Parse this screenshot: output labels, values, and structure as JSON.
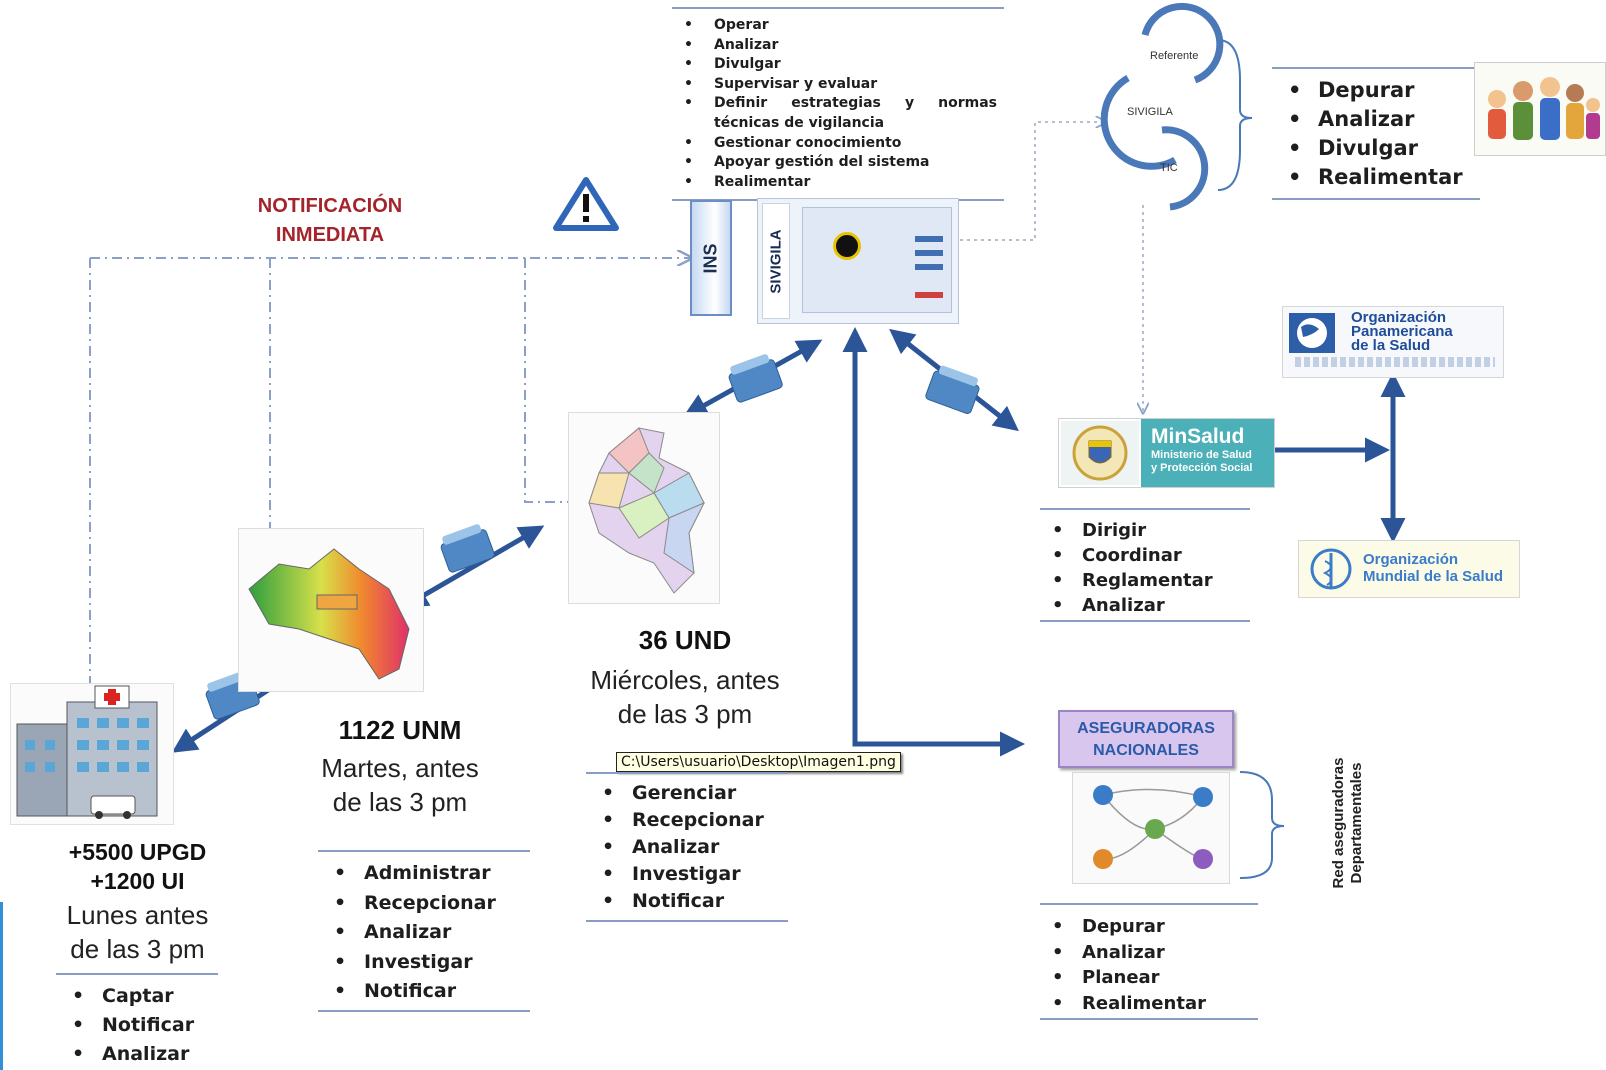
{
  "ins_functions": [
    "Operar",
    "Analizar",
    "Divulgar",
    "Supervisar y evaluar",
    "Definir estrategias y normas técnicas de vigilancia",
    "Gestionar conocimiento",
    "Apoyar gestión del sistema",
    "Realimentar"
  ],
  "notification": {
    "line1": "NOTIFICACIÓN",
    "line2": "INMEDIATA"
  },
  "ins_label": "INS",
  "sivigila_label": "SIVIGILA",
  "cycle": {
    "referente": "Referente",
    "sivigila": "SIVIGILA",
    "tic": "TIC"
  },
  "cycle_functions": [
    "Depurar",
    "Analizar",
    "Divulgar",
    "Realimentar"
  ],
  "ops": {
    "line1": "Organización",
    "line2": "Panamericana",
    "line3": "de la Salud"
  },
  "oms": {
    "line1": "Organización",
    "line2": "Mundial de la Salud"
  },
  "minsalud": {
    "name": "MinSalud",
    "line1": "Ministerio de Salud",
    "line2": "y Protección Social"
  },
  "minsalud_functions": [
    "Dirigir",
    "Coordinar",
    "Reglamentar",
    "Analizar"
  ],
  "aseguradoras": {
    "line1": "ASEGURADORAS",
    "line2": "NACIONALES"
  },
  "aseguradoras_functions": [
    "Depurar",
    "Analizar",
    "Planear",
    "Realimentar"
  ],
  "red": {
    "line1": "Red aseguradoras",
    "line2": "Departamentales"
  },
  "und": {
    "title": "36 UND",
    "line1": "Miércoles, antes",
    "line2": "de las 3 pm"
  },
  "und_functions": [
    "Gerenciar",
    "Recepcionar",
    "Analizar",
    "Investigar",
    "Notificar"
  ],
  "tooltip": "C:\\Users\\usuario\\Desktop\\Imagen1.png",
  "unm": {
    "title": "1122 UNM",
    "line1": "Martes, antes",
    "line2": "de las 3 pm"
  },
  "unm_functions": [
    "Administrar",
    "Recepcionar",
    "Analizar",
    "Investigar",
    "Notificar"
  ],
  "upgd": {
    "title1": "+5500 UPGD",
    "title2": "+1200 UI",
    "line1": "Lunes antes",
    "line2": "de las 3 pm"
  },
  "upgd_functions": [
    "Captar",
    "Notificar",
    "Analizar"
  ],
  "colors": {
    "arrow": "#2b5597",
    "rule": "#8a9bc4",
    "dash": "#8aa0c8",
    "notif_red": "#a3242a",
    "aseg_bg": "#d9c6ee"
  }
}
